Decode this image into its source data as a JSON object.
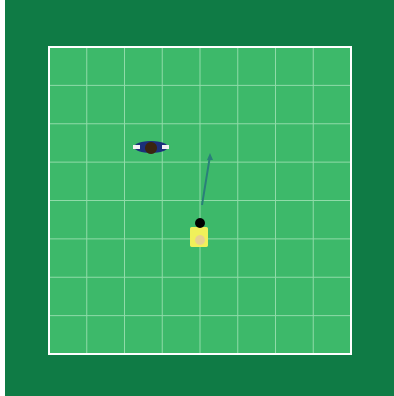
{
  "scene": {
    "view": "top-down",
    "field": {
      "grid_columns": 8,
      "grid_rows": 8
    },
    "colors": {
      "outer_border": "#0f7b45",
      "pitch": "#3db96a",
      "pitch_line": "#ffffff",
      "grid_line": "#8fdba8",
      "player_blue": "#1b2f7a",
      "player_blue_head": "#3a2410",
      "player_yellow": "#f0f05a",
      "player_yellow_head": "#000000",
      "kick_arrow": "#2a7f7a"
    },
    "entities": [
      {
        "name": "blue-player",
        "type": "player",
        "team_color": "blue",
        "orientation": "facing-down"
      },
      {
        "name": "yellow-player",
        "type": "player",
        "team_color": "yellow",
        "orientation": "facing-up"
      },
      {
        "name": "kick-direction-arrow",
        "type": "arrow",
        "direction": "up-right"
      }
    ]
  }
}
